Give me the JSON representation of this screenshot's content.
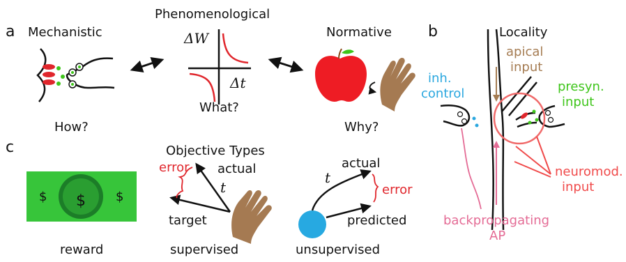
{
  "panels": {
    "a": {
      "letter": "a",
      "mechanistic": "Mechanistic",
      "phenomenological": "Phenomenological",
      "normative": "Normative",
      "how": "How?",
      "what": "What?",
      "why": "Why?",
      "delta_w": "ΔW",
      "delta_t": "Δt"
    },
    "b": {
      "letter": "b",
      "title": "Locality",
      "apical_1": "apical",
      "apical_2": "input",
      "inh_1": "inh.",
      "inh_2": "control",
      "presyn_1": "presyn.",
      "presyn_2": "input",
      "neuromod_1": "neuromod.",
      "neuromod_2": "input",
      "backprop_1": "backpropagating",
      "backprop_2": "AP"
    },
    "c": {
      "letter": "c",
      "title": "Objective Types",
      "reward": "reward",
      "supervised": "supervised",
      "unsupervised": "unsupervised",
      "error_sup": "error",
      "actual_sup": "actual",
      "t_sup": "t",
      "target": "target",
      "actual_unsup": "actual",
      "t_unsup": "t",
      "error_unsup": "error",
      "predicted": "predicted",
      "dollar_big": "$",
      "dollar_left": "$",
      "dollar_right": "$"
    }
  },
  "colors": {
    "red": "#e0262c",
    "brown": "#a57c52",
    "cyan": "#2aa7df",
    "green": "#3ec51a",
    "pink": "#e46b95",
    "coral": "#f04a4a",
    "money_light": "#37c53a",
    "money_dark": "#1c7d28",
    "apple": "#ee1c24",
    "hand": "#a57a52",
    "blue_ball": "#27a9e1"
  }
}
